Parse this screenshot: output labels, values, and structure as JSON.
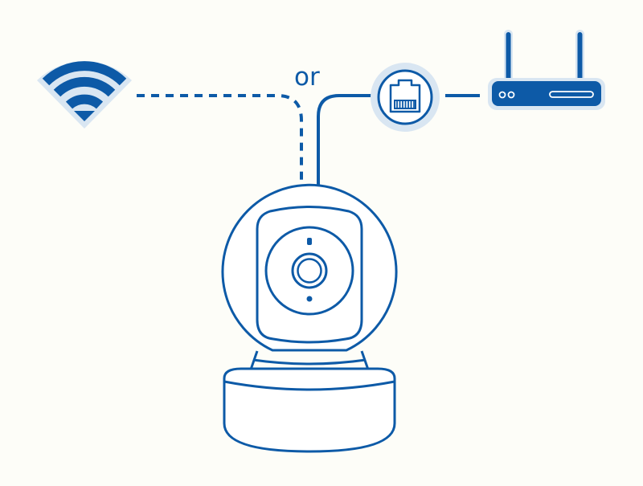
{
  "diagram": {
    "connector_text": "or",
    "nodes": [
      {
        "id": "wifi",
        "icon": "wifi-icon"
      },
      {
        "id": "ethernet",
        "icon": "ethernet-port-icon"
      },
      {
        "id": "router",
        "icon": "router-icon"
      },
      {
        "id": "camera",
        "icon": "pan-tilt-camera-icon"
      }
    ],
    "links": [
      {
        "from": "wifi",
        "to": "camera",
        "style": "dashed"
      },
      {
        "from": "ethernet",
        "to": "camera",
        "style": "solid"
      },
      {
        "from": "router",
        "to": "ethernet",
        "style": "solid"
      }
    ]
  },
  "colors": {
    "primary": "#0d5aa7",
    "light": "#d9e6f2",
    "background": "#fdfdf8"
  }
}
